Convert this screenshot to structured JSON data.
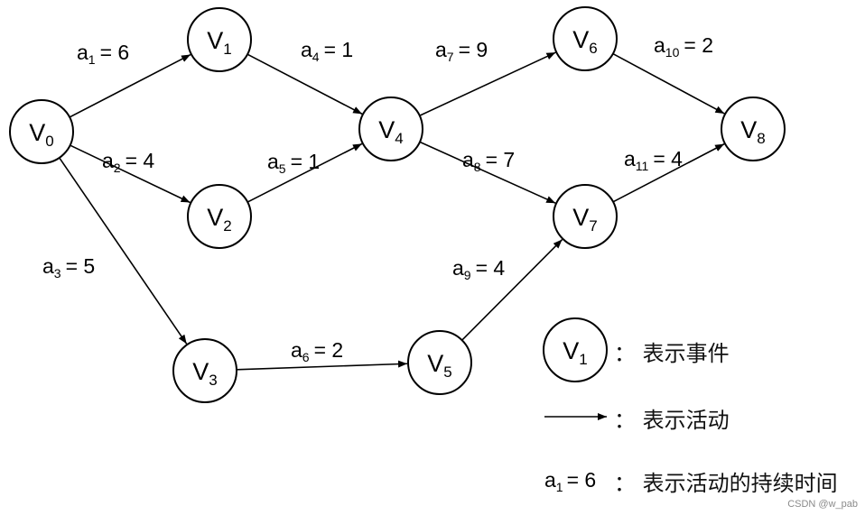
{
  "diagram": {
    "type": "AOE activity network",
    "nodes": [
      {
        "id": "V0",
        "base": "V",
        "sub": "0"
      },
      {
        "id": "V1",
        "base": "V",
        "sub": "1"
      },
      {
        "id": "V2",
        "base": "V",
        "sub": "2"
      },
      {
        "id": "V3",
        "base": "V",
        "sub": "3"
      },
      {
        "id": "V4",
        "base": "V",
        "sub": "4"
      },
      {
        "id": "V5",
        "base": "V",
        "sub": "5"
      },
      {
        "id": "V6",
        "base": "V",
        "sub": "6"
      },
      {
        "id": "V7",
        "base": "V",
        "sub": "7"
      },
      {
        "id": "V8",
        "base": "V",
        "sub": "8"
      }
    ],
    "edges": [
      {
        "id": "a1",
        "from": "V0",
        "to": "V1",
        "base": "a",
        "sub": "1",
        "duration": 6
      },
      {
        "id": "a2",
        "from": "V0",
        "to": "V2",
        "base": "a",
        "sub": "2",
        "duration": 4
      },
      {
        "id": "a3",
        "from": "V0",
        "to": "V3",
        "base": "a",
        "sub": "3",
        "duration": 5
      },
      {
        "id": "a4",
        "from": "V1",
        "to": "V4",
        "base": "a",
        "sub": "4",
        "duration": 1
      },
      {
        "id": "a5",
        "from": "V2",
        "to": "V4",
        "base": "a",
        "sub": "5",
        "duration": 1
      },
      {
        "id": "a6",
        "from": "V3",
        "to": "V5",
        "base": "a",
        "sub": "6",
        "duration": 2
      },
      {
        "id": "a7",
        "from": "V4",
        "to": "V6",
        "base": "a",
        "sub": "7",
        "duration": 9
      },
      {
        "id": "a8",
        "from": "V4",
        "to": "V7",
        "base": "a",
        "sub": "8",
        "duration": 7
      },
      {
        "id": "a9",
        "from": "V5",
        "to": "V7",
        "base": "a",
        "sub": "9",
        "duration": 4
      },
      {
        "id": "a10",
        "from": "V6",
        "to": "V8",
        "base": "a",
        "sub": "10",
        "duration": 2
      },
      {
        "id": "a11",
        "from": "V7",
        "to": "V8",
        "base": "a",
        "sub": "11",
        "duration": 4
      }
    ]
  },
  "legend": {
    "event": {
      "symbol_base": "V",
      "symbol_sub": "1",
      "separator": "：",
      "text": "表示事件"
    },
    "activity": {
      "separator": "：",
      "text": "表示活动"
    },
    "duration": {
      "symbol_base": "a",
      "symbol_sub": "1",
      "symbol_value": "= 6",
      "separator": "：",
      "text": "表示活动的持续时间"
    }
  },
  "watermark": "CSDN @w_pab"
}
